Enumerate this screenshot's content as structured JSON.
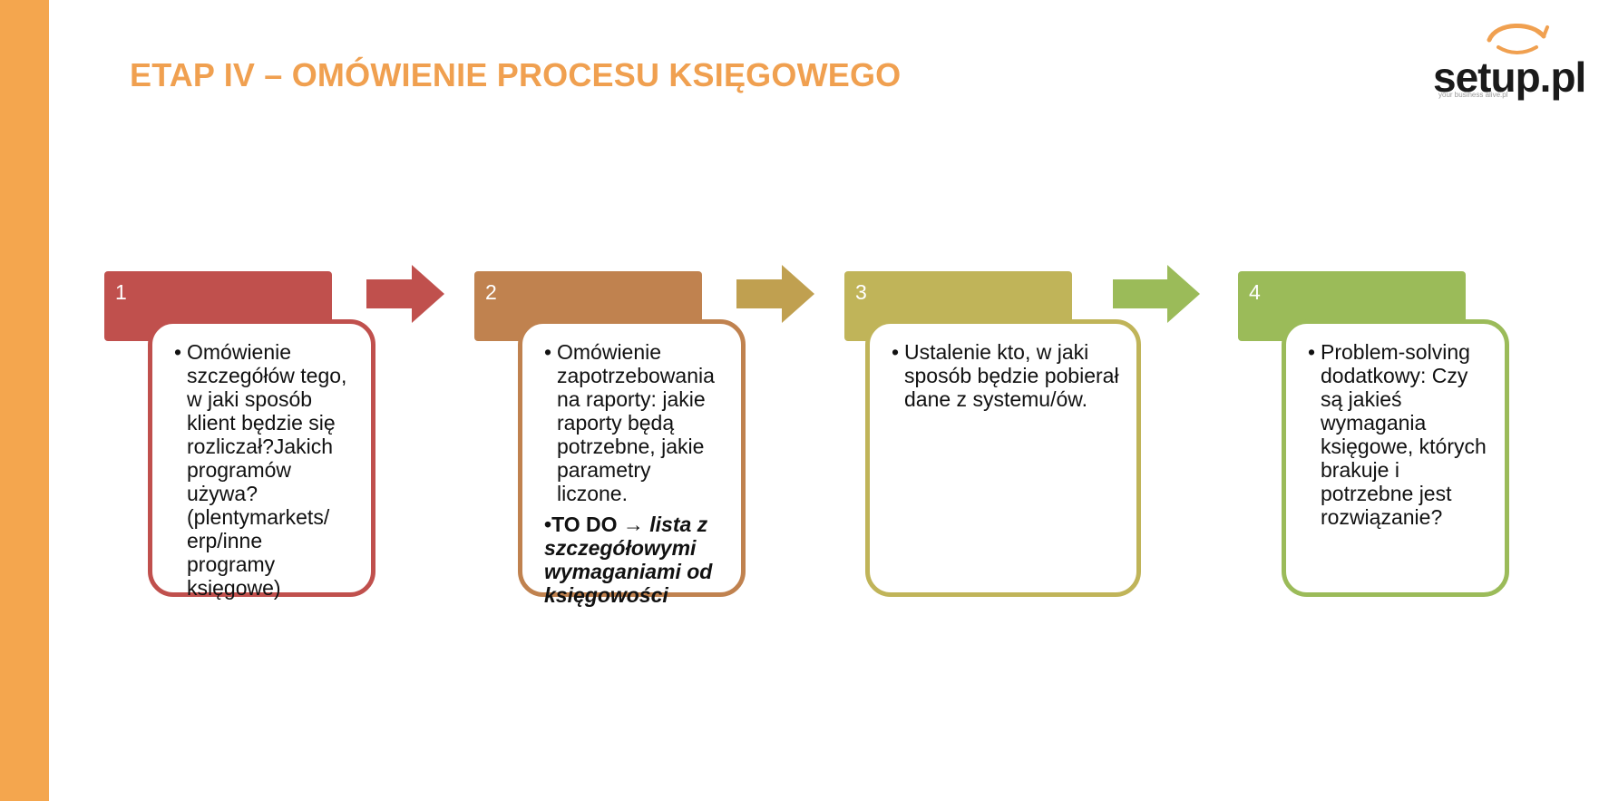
{
  "title": "ETAP IV – OMÓWIENIE PROCESU KSIĘGOWEGO",
  "logo": {
    "text": "setup.pl",
    "tagline": "your business alive.pl"
  },
  "colors": {
    "sidebar": "#F4A64E",
    "title": "#F0A050"
  },
  "steps": [
    {
      "number": "1",
      "color": "#C0504D",
      "text": "Omówienie szczegółów tego, w jaki sposób klient będzie się rozliczał?Jakich programów używa? (plentymarkets/ erp/inne programy księgowe)"
    },
    {
      "number": "2",
      "color": "#C0824F",
      "text": "Omówienie zapotrzebowania na raporty: jakie raporty będą potrzebne, jakie parametry liczone.",
      "todo_label": "TO DO →",
      "todo_text": "lista z szczegółowymi wymaganiami od księgowości"
    },
    {
      "number": "3",
      "color": "#C0B459",
      "text": "Ustalenie kto, w jaki sposób będzie pobierał dane z systemu/ów."
    },
    {
      "number": "4",
      "color": "#9BBB59",
      "text": "Problem-solving dodatkowy: Czy są  jakieś wymagania księgowe, których brakuje i potrzebne jest rozwiązanie?"
    }
  ],
  "arrows": [
    {
      "color": "#C0504D"
    },
    {
      "color": "#C0A050"
    },
    {
      "color": "#9BBB59"
    }
  ]
}
